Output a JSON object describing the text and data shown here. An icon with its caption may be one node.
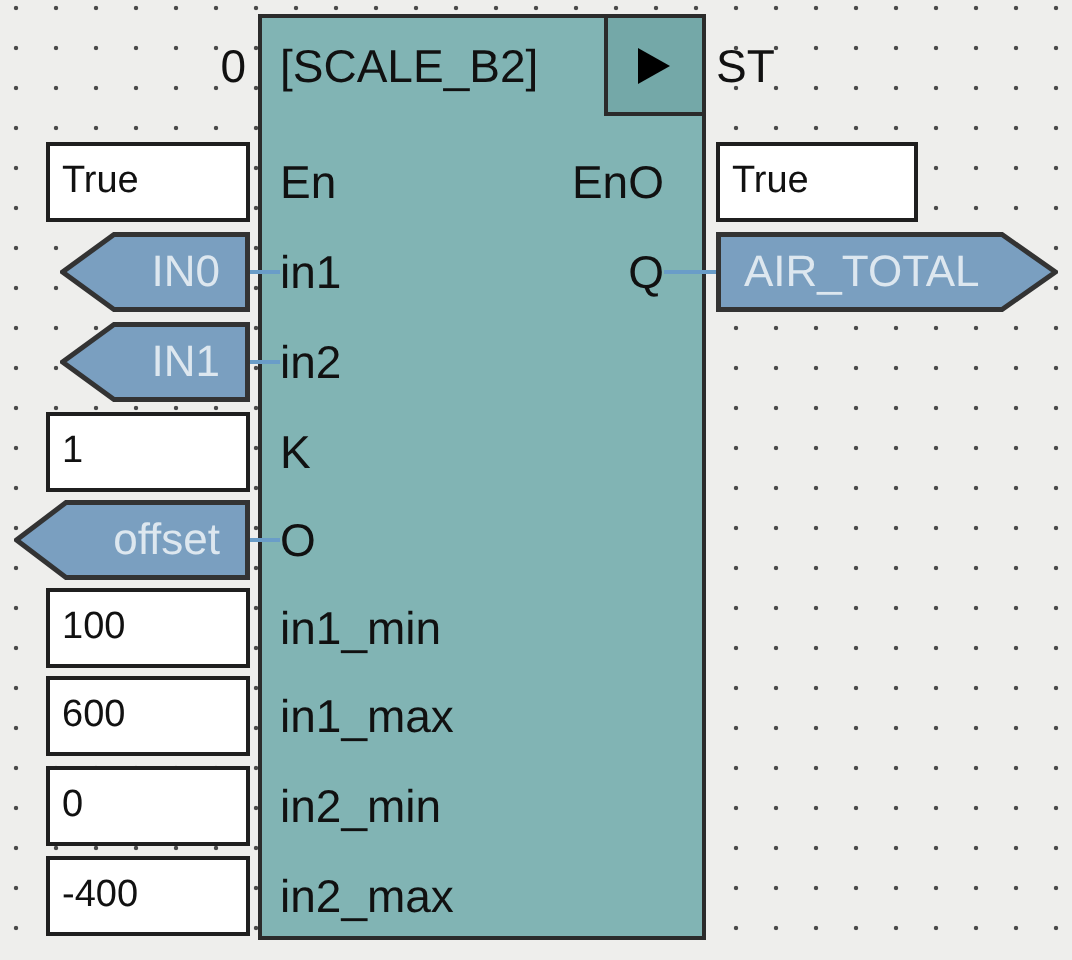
{
  "diagram": {
    "nodes": [
      {
        "text": [
          "[SCALE_B2]"
        ],
        "beside": [
          "0",
          "ST"
        ]
      },
      {
        "text": [
          "En"
        ],
        "in": 0
      },
      {
        "text": [
          "in1"
        ],
        "in": 0
      },
      {
        "text": [
          "in2"
        ],
        "in": 0
      },
      {
        "text": [
          "K"
        ],
        "in": 0
      },
      {
        "text": [
          "O"
        ],
        "in": 0
      },
      {
        "text": [
          "in1_min"
        ],
        "in": 0
      },
      {
        "text": [
          "in1_max"
        ],
        "in": 0
      },
      {
        "text": [
          "in2_min"
        ],
        "in": 0
      },
      {
        "text": [
          "in2_max"
        ],
        "in": 0
      },
      {
        "text": [
          "EnO"
        ],
        "in": 0
      },
      {
        "text": [
          "Q"
        ],
        "in": 0
      },
      {
        "text": [
          "True"
        ]
      },
      {
        "text": [
          "IN0"
        ]
      },
      {
        "text": [
          "IN1"
        ]
      },
      {
        "text": [
          "1"
        ]
      },
      {
        "text": [
          "offset"
        ]
      },
      {
        "text": [
          "100"
        ]
      },
      {
        "text": [
          "600"
        ]
      },
      {
        "text": [
          "0"
        ]
      },
      {
        "text": [
          "-400"
        ]
      },
      {
        "text": [
          "True"
        ]
      },
      {
        "text": [
          "AIR_TOTAL"
        ]
      }
    ],
    "edges": [
      {
        "from": 13,
        "to": 2,
        "arrow": "none"
      },
      {
        "from": 14,
        "to": 3,
        "arrow": "none"
      },
      {
        "from": 16,
        "to": 5,
        "arrow": "none"
      },
      {
        "from": 11,
        "to": 22,
        "arrow": "none"
      }
    ]
  }
}
